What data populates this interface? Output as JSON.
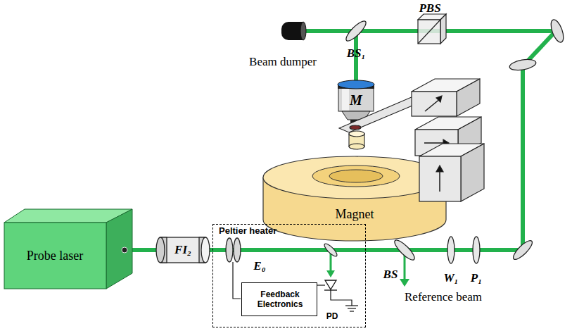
{
  "diagram": {
    "nodes": [
      {
        "text": [
          "M"
        ]
      },
      {
        "text": [
          "Magnet"
        ]
      },
      {
        "text": [
          "Probe laser"
        ]
      },
      {
        "text": [
          "Peltier heater"
        ]
      },
      {
        "text": [
          "Feedback Electronics"
        ],
        "in": 3
      }
    ],
    "labels": [
      "PBS",
      "Beam dumper",
      "BS₁",
      "FI₂",
      "E₀",
      "PD",
      "BS",
      "Reference beam",
      "W₁",
      "P₁"
    ]
  }
}
